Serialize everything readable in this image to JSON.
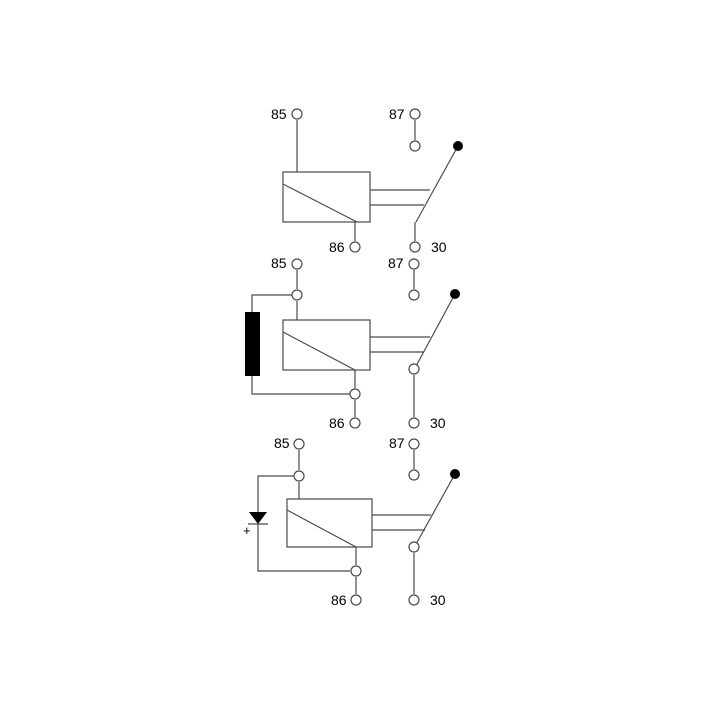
{
  "relays": [
    {
      "variant": "plain",
      "labels": {
        "t85": "85",
        "t87": "87",
        "t86": "86",
        "t30": "30"
      }
    },
    {
      "variant": "resistor",
      "labels": {
        "t85": "85",
        "t87": "87",
        "t86": "86",
        "t30": "30"
      }
    },
    {
      "variant": "diode",
      "labels": {
        "t85": "85",
        "t87": "87",
        "t86": "86",
        "t30": "30"
      },
      "polarity_mark": "+"
    }
  ]
}
